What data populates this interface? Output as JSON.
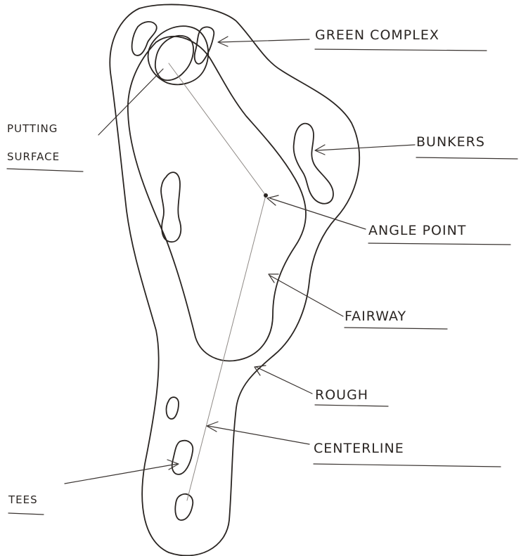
{
  "labels": {
    "green_complex": "GREEN COMPLEX",
    "putting_line1": "PUTTING",
    "putting_line2": "SURFACE",
    "bunkers": "BUNKERS",
    "angle_point": "ANGLE POINT",
    "fairway": "FAIRWAY",
    "rough": "ROUGH",
    "centerline": "CENTERLINE",
    "tees": "TEES"
  },
  "colors": {
    "ink": "#2a2522",
    "pencil": "#8f8a86",
    "paper": "#ffffff"
  }
}
